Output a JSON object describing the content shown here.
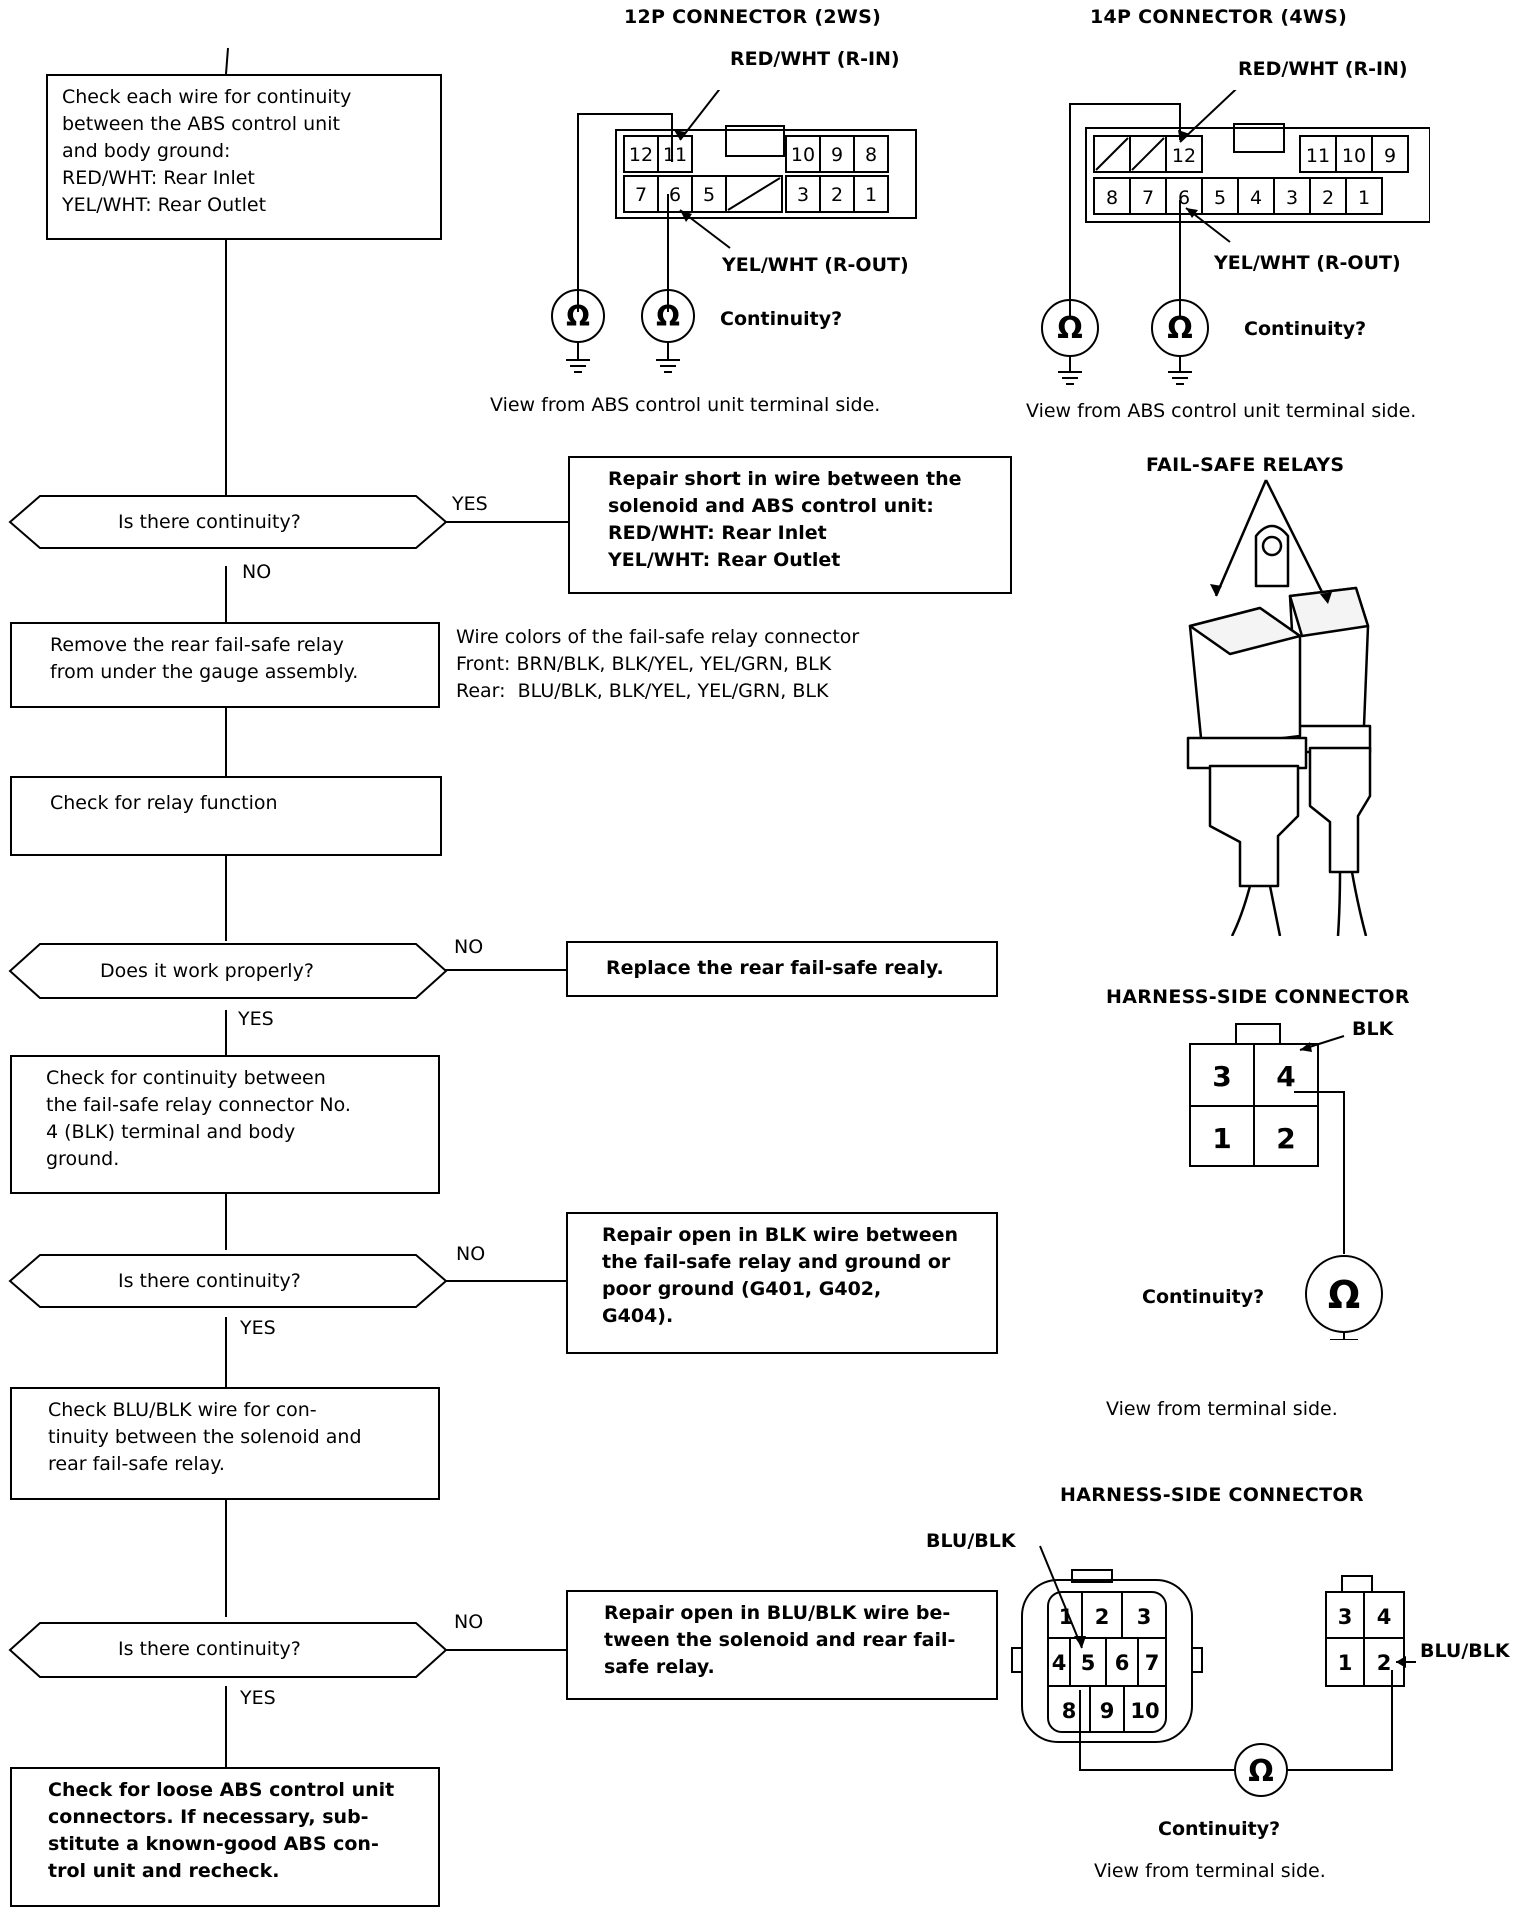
{
  "flowchart": {
    "step1": "Check each wire for continuity\nbetween the ABS control unit\nand body ground:\nRED/WHT: Rear Inlet\nYEL/WHT: Rear Outlet",
    "decision1": "Is there continuity?",
    "decision1_yes": "YES",
    "decision1_no": "NO",
    "repair1": "Repair short in wire between the\nsolenoid and ABS control unit:\nRED/WHT: Rear Inlet\nYEL/WHT: Rear Outlet",
    "step2": "Remove the rear fail-safe relay\nfrom under the gauge assembly.",
    "wire_colors_note": "Wire colors of the fail-safe relay connector\nFront: BRN/BLK, BLK/YEL, YEL/GRN, BLK\nRear:  BLU/BLK, BLK/YEL, YEL/GRN, BLK",
    "step3": "Check  for  relay  function",
    "decision2": "Does it work properly?",
    "decision2_no": "NO",
    "decision2_yes": "YES",
    "repair2": "Replace the rear fail-safe realy.",
    "step4": "Check  for  continuity  between\nthe fail-safe relay connector No.\n4  (BLK)  terminal  and  body\nground.",
    "decision3": "Is there continuity?",
    "decision3_no": "NO",
    "decision3_yes": "YES",
    "repair3": "Repair open in BLK wire between\nthe fail-safe relay and ground or\npoor  ground  (G401,  G402,\nG404).",
    "step5": "Check  BLU/BLK  wire  for  con-\ntinuity between the solenoid and\nrear fail-safe relay.",
    "decision4": "Is there continuity?",
    "decision4_no": "NO",
    "decision4_yes": "YES",
    "repair4": "Repair open in BLU/BLK wire be-\ntween the solenoid and rear fail-\nsafe relay.",
    "step6": "Check for loose ABS control unit\nconnectors.  If  necessary,  sub-\nstitute  a  known-good  ABS  con-\ntrol unit and recheck."
  },
  "connector12p": {
    "title": "12P CONNECTOR (2WS)",
    "top_label": "RED/WHT (R-IN)",
    "bottom_label": "YEL/WHT (R-OUT)",
    "top_pins": [
      "12",
      "11",
      "10",
      "9",
      "8"
    ],
    "bottom_pins": [
      "7",
      "6",
      "5",
      "3",
      "2",
      "1"
    ],
    "meter_symbol": "Ω",
    "question": "Continuity?",
    "view": "View from ABS control unit terminal side."
  },
  "connector14p": {
    "title": "14P CONNECTOR (4WS)",
    "top_label": "RED/WHT (R-IN)",
    "bottom_label": "YEL/WHT (R-OUT)",
    "top_pins": [
      "12",
      "11",
      "10",
      "9"
    ],
    "bottom_pins": [
      "8",
      "7",
      "6",
      "5",
      "4",
      "3",
      "2",
      "1"
    ],
    "meter_symbol": "Ω",
    "question": "Continuity?",
    "view": "View from ABS control unit terminal side."
  },
  "relays": {
    "title": "FAIL-SAFE RELAYS"
  },
  "harness1": {
    "title": "HARNESS-SIDE CONNECTOR",
    "wire_label": "BLK",
    "pins": [
      "3",
      "4",
      "1",
      "2"
    ],
    "meter_symbol": "Ω",
    "question": "Continuity?",
    "view": "View from terminal side."
  },
  "harness2": {
    "title": "HARNESS-SIDE CONNECTOR",
    "left_label": "BLU/BLK",
    "right_label": "BLU/BLK",
    "round_pins": [
      "1",
      "2",
      "3",
      "4",
      "5",
      "6",
      "7",
      "8",
      "9",
      "10"
    ],
    "small_pins": [
      "3",
      "4",
      "1",
      "2"
    ],
    "meter_symbol": "Ω",
    "question": "Continuity?",
    "view": "View from terminal side."
  }
}
